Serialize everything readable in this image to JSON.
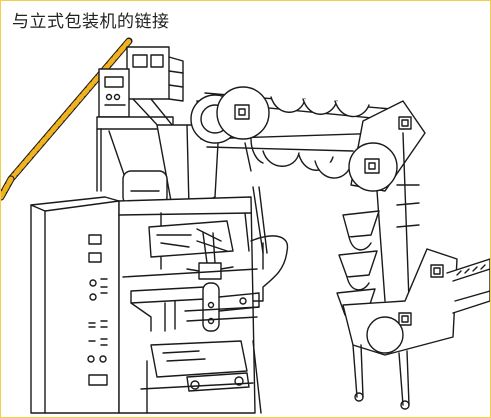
{
  "caption": {
    "title": "与立式包装机的链接"
  },
  "colors": {
    "frame": "#f2cf47",
    "ink": "#1a1a1a",
    "belt": "#f0b21e",
    "background": "#ffffff"
  },
  "icons": {
    "bucket_elevator": "bucket-elevator-illustration",
    "vertical_packing_machine": "vertical-packing-machine-illustration",
    "output_conveyor": "output-conveyor-illustration"
  }
}
